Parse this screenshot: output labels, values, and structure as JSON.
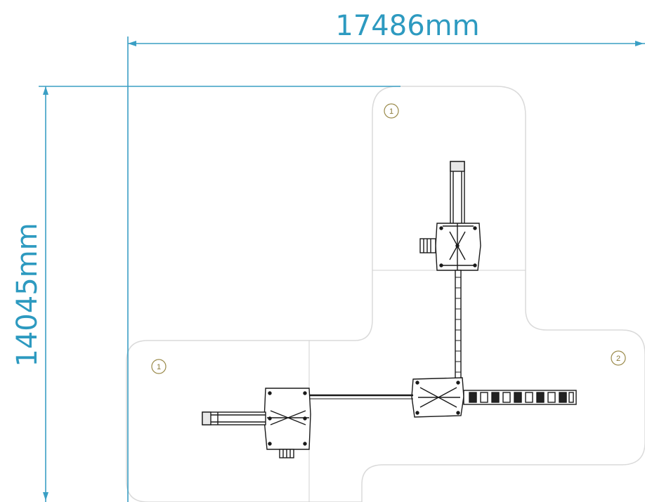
{
  "dimensions": {
    "width_label": "17486mm",
    "height_label": "14045mm"
  },
  "zone_markers": [
    "1",
    "1",
    "2"
  ],
  "colors": {
    "dimension_line": "#3a9fc4",
    "dimension_text": "#2d9ac0",
    "zone_outline": "#d9d9d9",
    "zone_divider": "#cfcfcf",
    "equipment": "#1a1a1a",
    "marker": "#8a7a3a"
  }
}
